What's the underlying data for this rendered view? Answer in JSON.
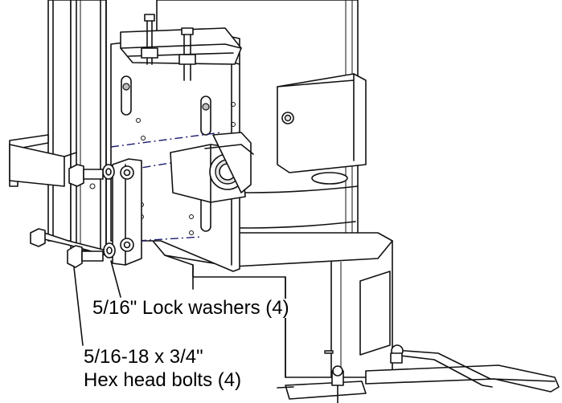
{
  "callouts": {
    "lock_washers": "5/16\" Lock washers (4)",
    "hex_bolts_line1": "5/16-18 x 3/4\"",
    "hex_bolts_line2": "Hex head bolts (4)"
  },
  "colors": {
    "line": "#111111",
    "centerline": "#1a1a6e",
    "background": "#ffffff"
  }
}
